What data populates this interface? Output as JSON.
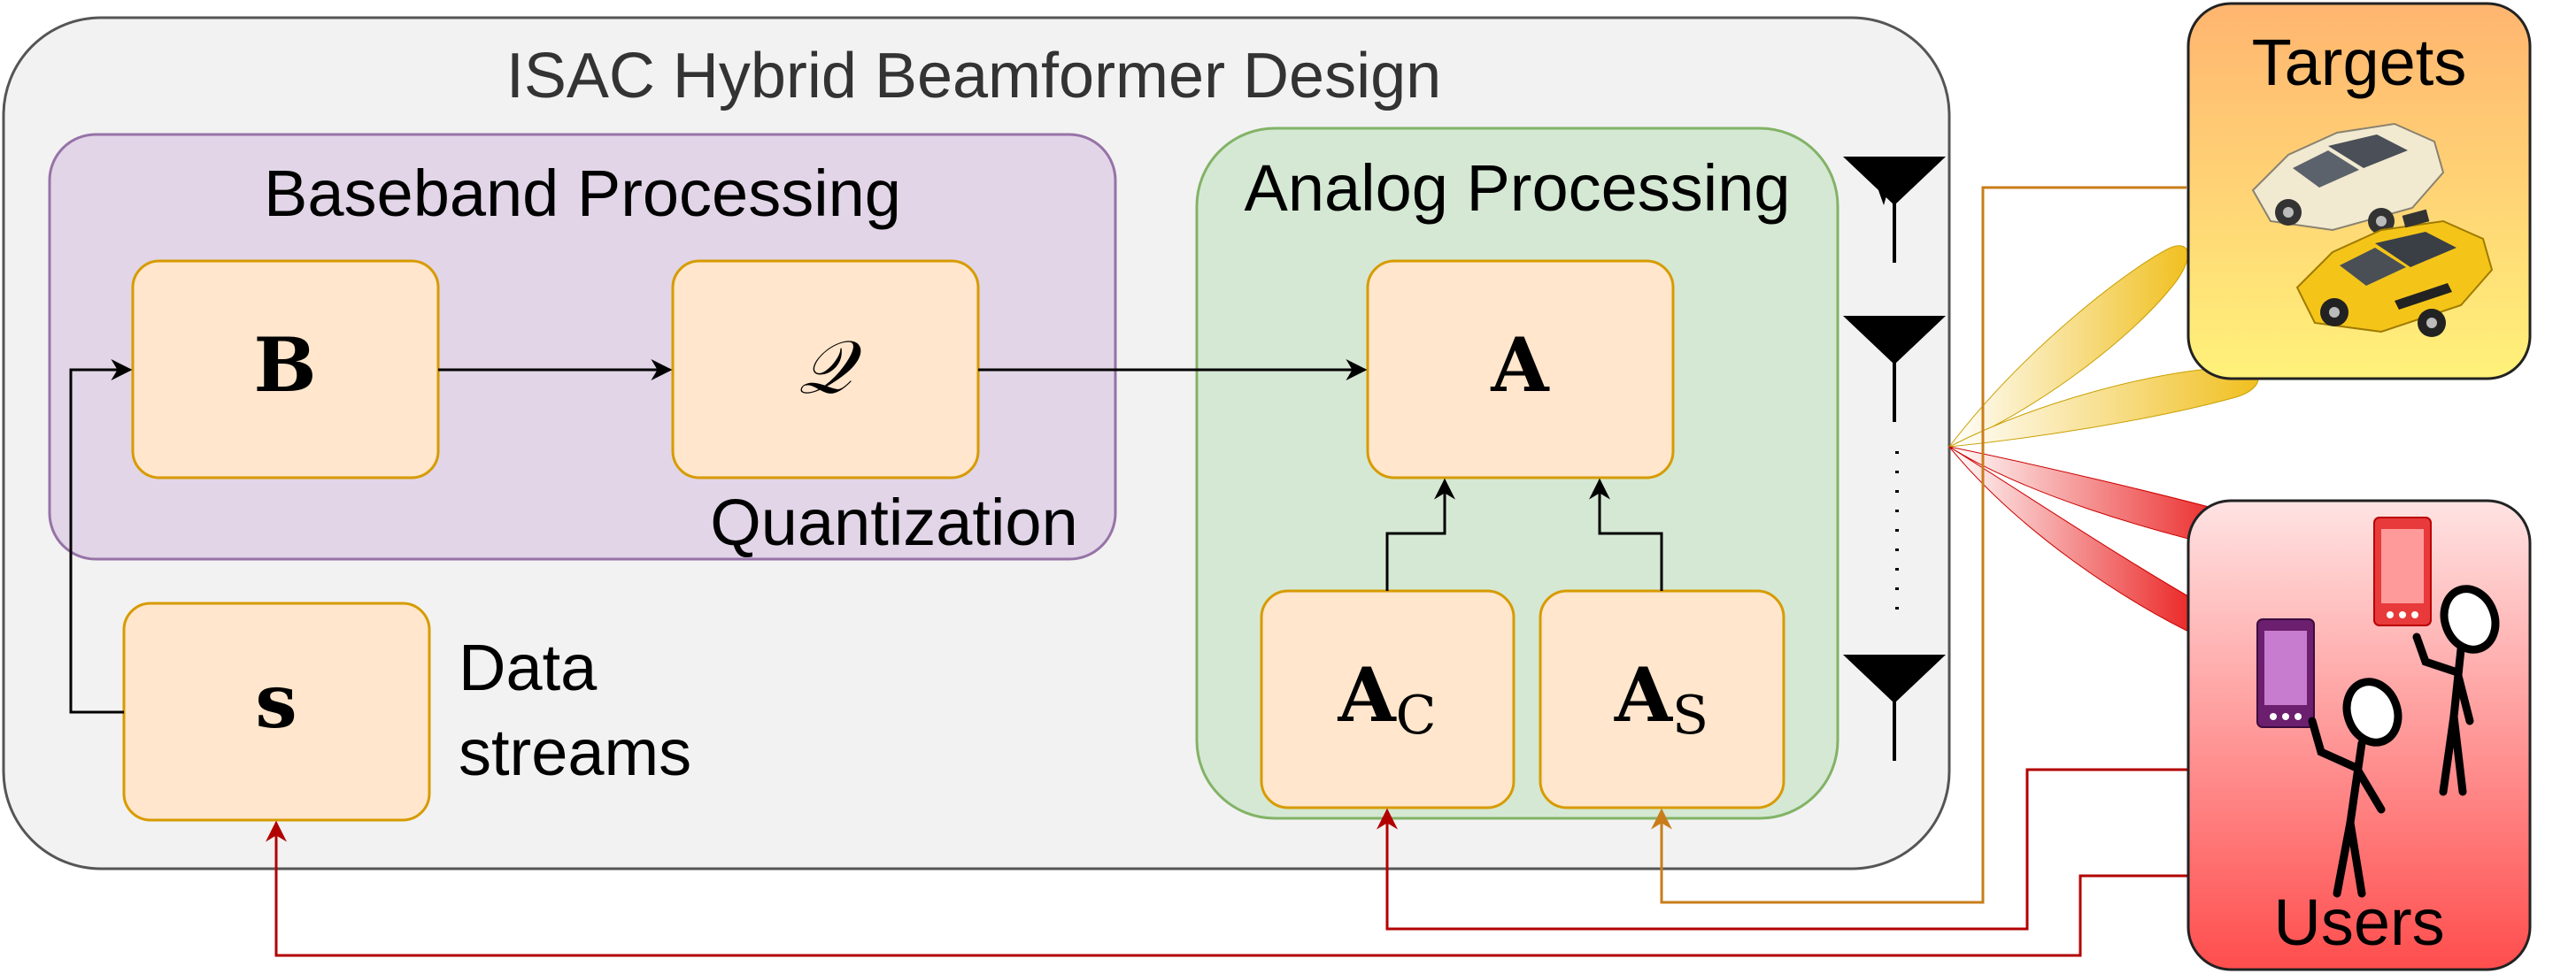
{
  "outer": {
    "title": "ISAC Hybrid Beamformer Design"
  },
  "baseband": {
    "title": "Baseband Processing",
    "quant_caption": "Quantization"
  },
  "analog": {
    "title": "Analog Processing"
  },
  "blocks": {
    "B": "B",
    "Q": "𝒬",
    "A": "A",
    "S": "s",
    "AC": {
      "main": "A",
      "sub": "C"
    },
    "AS": {
      "main": "A",
      "sub": "S"
    }
  },
  "data_streams": {
    "line1": "Data",
    "line2": "streams"
  },
  "targets": {
    "label": "Targets"
  },
  "users": {
    "label": "Users"
  },
  "colors": {
    "outer_fill": "#f2f2f2",
    "baseband_fill": "#e1d5e7",
    "baseband_stroke": "#9673a6",
    "analog_fill": "#d5e8d4",
    "analog_stroke": "#82b366",
    "block_fill": "#ffe6cc",
    "block_stroke": "#d79b00",
    "feedback_users": "#b20000",
    "feedback_targets": "#c87d1a",
    "beam_targets": "#f2c200",
    "beam_users": "#e81010"
  }
}
